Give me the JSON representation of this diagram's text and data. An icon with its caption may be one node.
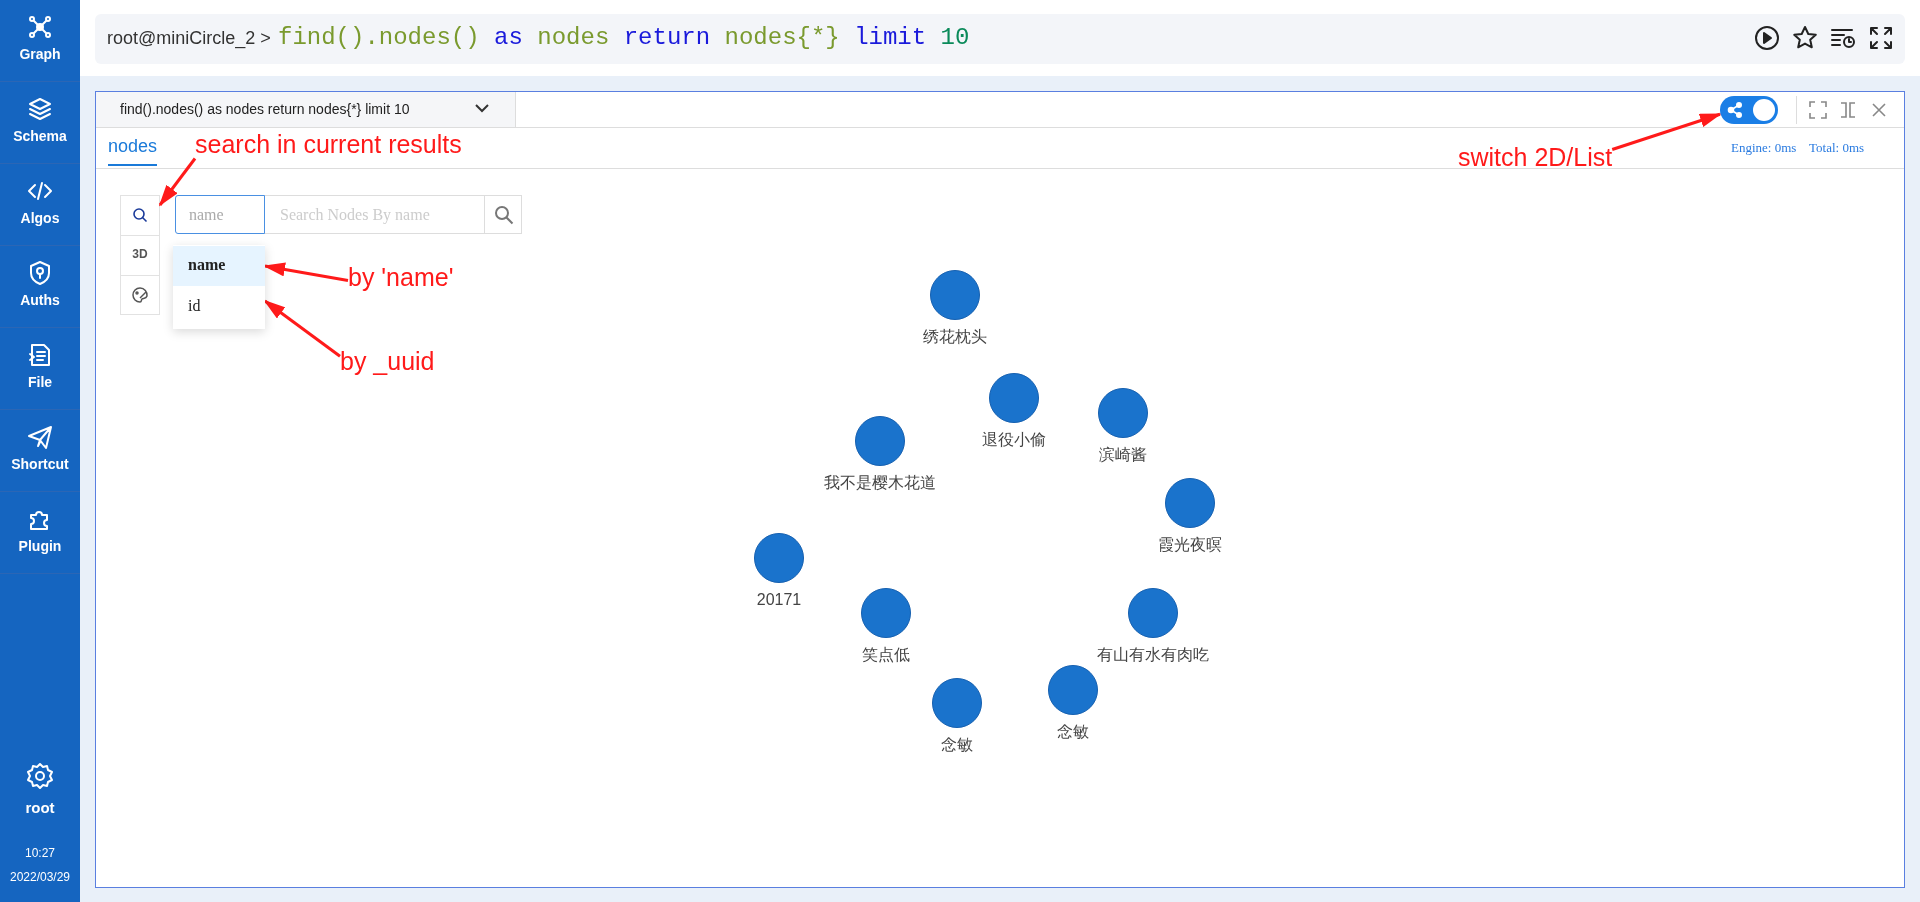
{
  "diagram": {
    "nodes": [
      {
        "text": [
          "search in current results"
        ]
      },
      {
        "text": [],
        "shape": "box"
      },
      {
        "text": [
          "by 'name'"
        ]
      },
      {
        "text": [
          "name"
        ]
      },
      {
        "text": [
          "by _uuid"
        ]
      },
      {
        "text": [
          "id"
        ]
      },
      {
        "text": [
          "switch 2D/List"
        ]
      },
      {
        "text": [],
        "shape": "pill"
      },
      {
        "text": [
          "绣花枕头"
        ]
      },
      {
        "text": [
          "退役小偷"
        ]
      },
      {
        "text": [
          "滨崎酱"
        ]
      },
      {
        "text": [
          "我不是樱木花道"
        ]
      },
      {
        "text": [
          "霞光夜暝"
        ]
      },
      {
        "text": [
          "20171"
        ]
      },
      {
        "text": [
          "笑点低"
        ]
      },
      {
        "text": [
          "有山有水有肉吃"
        ]
      },
      {
        "text": [
          "念敏"
        ]
      },
      {
        "text": [
          "念敏"
        ]
      }
    ],
    "edges": [
      {
        "from": 0,
        "to": 1,
        "arrow": "to"
      },
      {
        "from": 2,
        "to": 3,
        "arrow": "to"
      },
      {
        "from": 4,
        "to": 5,
        "arrow": "to"
      },
      {
        "from": 6,
        "to": 7,
        "arrow": "to"
      }
    ],
    "labels": [
      "Graph",
      "Schema",
      "Algos",
      "Auths",
      "File",
      "Shortcut",
      "Plugin",
      "root@miniCircle_2 >",
      "find().nodes() as nodes return nodes{*} limit 10",
      "find().nodes() as nodes return nodes{*} limit 10",
      "nodes",
      "Engine: 0ms",
      "Total: 0ms",
      "3D",
      "name",
      "Search Nodes By name",
      "root",
      "10:27",
      "2022/03/29"
    ]
  }
}
